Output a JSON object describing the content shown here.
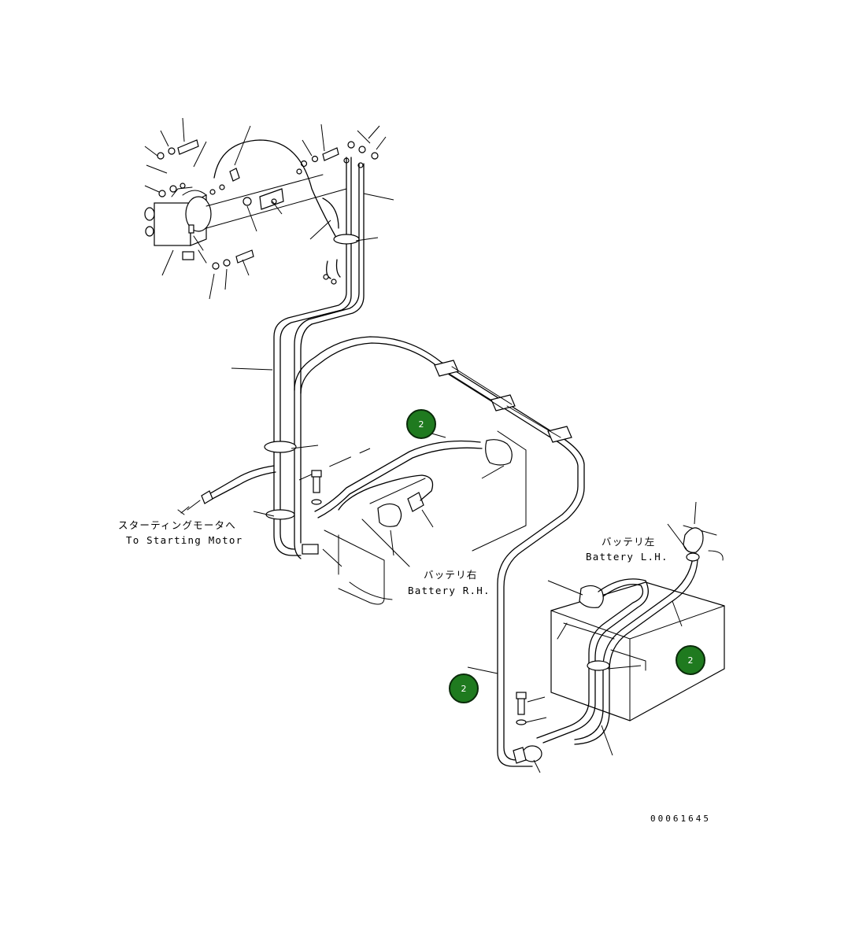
{
  "labels": {
    "starting_motor_jp": "スターティングモータへ",
    "starting_motor_en": "To Starting Motor",
    "battery_rh_jp": "バッテリ右",
    "battery_rh_en": "Battery R.H.",
    "battery_lh_jp": "バッテリ左",
    "battery_lh_en": "Battery L.H."
  },
  "callouts": [
    {
      "number": "2",
      "color": "#1f7a1f"
    },
    {
      "number": "2",
      "color": "#1f7a1f"
    },
    {
      "number": "2",
      "color": "#1f7a1f"
    }
  ],
  "drawing_number": "00061645"
}
